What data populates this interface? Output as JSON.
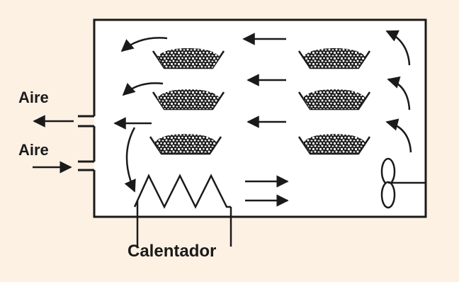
{
  "diagram": {
    "labels": {
      "air_out": "Aire",
      "air_in": "Aire",
      "heater": "Calentador"
    }
  },
  "colors": {
    "background": "#fdf1e4",
    "stroke": "#1a1a1a",
    "panel": "#ffffff"
  }
}
